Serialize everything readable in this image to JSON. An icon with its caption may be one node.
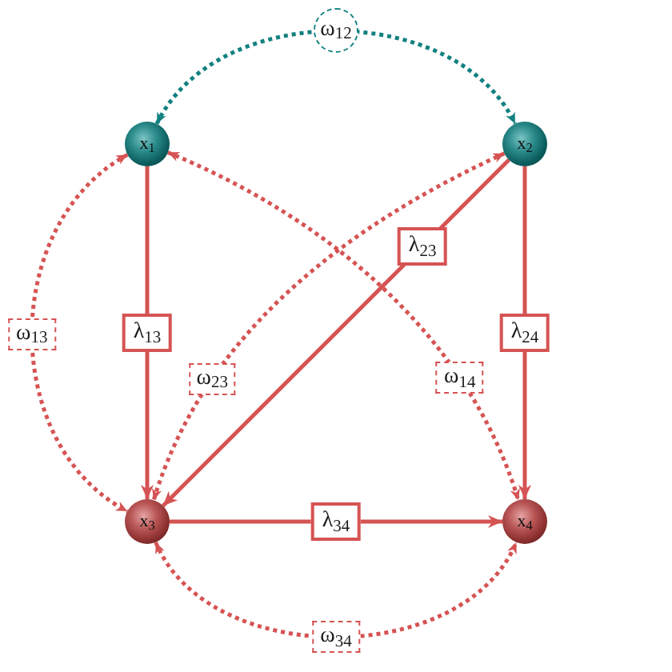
{
  "diagram": {
    "nodes": [
      {
        "text": [
          "x$_{1}$"
        ]
      },
      {
        "text": [
          "x$_{2}$"
        ]
      },
      {
        "text": [
          "x$_{3}$"
        ]
      },
      {
        "text": [
          "x$_{4}$"
        ]
      }
    ],
    "edges": [
      {
        "from": 0,
        "to": 2,
        "arrow": "to",
        "label": "λ$_{13}$"
      },
      {
        "from": 1,
        "to": 2,
        "arrow": "to",
        "label": "λ$_{23}$"
      },
      {
        "from": 1,
        "to": 3,
        "arrow": "to",
        "label": "λ$_{24}$"
      },
      {
        "from": 2,
        "to": 3,
        "arrow": "to",
        "label": "λ$_{34}$"
      },
      {
        "from": 0,
        "to": 1,
        "arrow": "both",
        "label": "ω$_{12}$",
        "style": "dashed",
        "color": "#128080"
      },
      {
        "from": 0,
        "to": 2,
        "arrow": "both",
        "label": "ω$_{13}$",
        "style": "dashed"
      },
      {
        "from": 1,
        "to": 2,
        "arrow": "both",
        "label": "ω$_{23}$",
        "style": "dashed"
      },
      {
        "from": 0,
        "to": 3,
        "arrow": "both",
        "label": "ω$_{14}$",
        "style": "dashed"
      },
      {
        "from": 2,
        "to": 3,
        "arrow": "both",
        "label": "ω$_{34}$",
        "style": "dashed"
      }
    ]
  }
}
